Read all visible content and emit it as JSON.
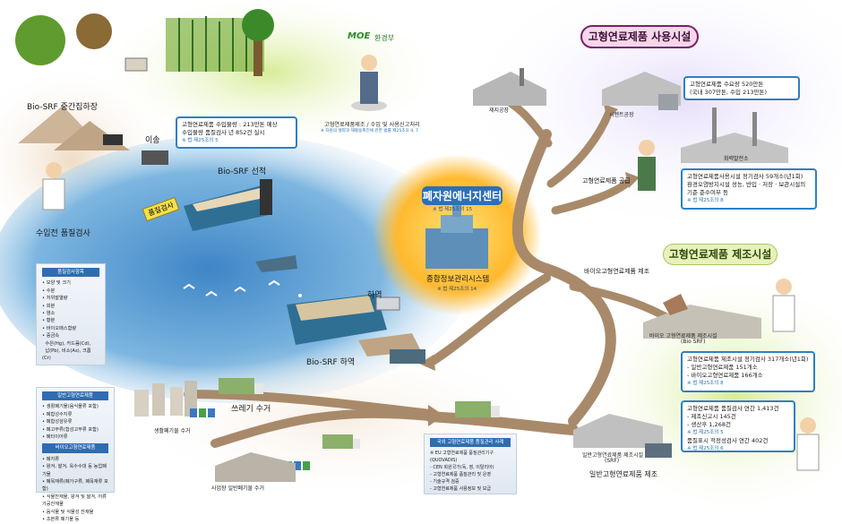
{
  "left": {
    "bio_srf_yard_label": "Bio-SRF 중간집하장",
    "transport_label": "이송",
    "import_inspection_label": "수입전 품질검사",
    "ship_loading_label": "Bio-SRF 선적",
    "flag_text": "품질검사",
    "unloading_label": "하역",
    "bio_srf_unloading_label": "Bio-SRF 하역",
    "import_box": {
      "line1": "고형연료제품 수입물량 : 213만톤 예상",
      "line2": "수입물량 품질검사 년 852건 실시",
      "ref": "※ 법 제25조의 5"
    },
    "quality_panel": {
      "title": "품질검사항목",
      "items": [
        "모양 및 크기",
        "수분",
        "저위발열량",
        "회분",
        "염소",
        "황분",
        "바이오매스함량",
        "중금속",
        "수은(Hg), 카드뮴(Cd),",
        "납(Pb), 비소(As), 크롬(Cr)"
      ]
    }
  },
  "ministry": {
    "logo": "MOE",
    "name": "환경부",
    "caption": "고형연료제품제조 / 수입 및 사용신고처리",
    "ref": "※ 자원의 절약과 재활용촉진에 관한 법률 제25조의 4, 7"
  },
  "center": {
    "title": "폐자원에너지센터",
    "ref_top": "※ 법 제25조의 15",
    "subtitle": "종합정보관리시스템",
    "ref_bottom": "※ 법 제25조의 14"
  },
  "use_facility": {
    "header": "고형연료제품 사용시설",
    "steel_plant": "제지공장",
    "cement_plant": "시멘트공장",
    "power_plant": "화력발전소",
    "supply_label": "고형연료제품 공급",
    "demand_box": {
      "line1": "고형연료제품 수요량 520만톤",
      "line2": "(국내 307만톤, 수입 213만톤)"
    },
    "inspection_box": {
      "line1": "고형연료제품사용시설 정기검사 59개소(년1회)",
      "line2": "환경오염방지시설 성능, 반입 · 저장 · 보관시설의",
      "line3": "기준 준수여부 등",
      "ref": "※ 법 제25조의 8"
    }
  },
  "manufacture": {
    "header": "고형연료제품 제조시설",
    "bio_supply_label": "바이오고형연료제품 제조",
    "bio_plant_label": "바이오 고형연료제품 제조시설",
    "bio_plant_sub": "(Bio SRF)",
    "general_plant_label": "일반고형연료제품 제조시설",
    "general_plant_sub": "(SRF)",
    "general_mfg_label": "일반고형연료제품 제조",
    "inspection_box": {
      "line1": "고형연료제품 제조시설 정기검사 317개소(년1회)",
      "line2": "- 일반고형연료제품 151개소",
      "line3": "- 바이오고형연료제품 166개소",
      "ref": "※ 법 제25조의 8"
    },
    "quality_box": {
      "line1": "고형연료제품 품질검사 연간 1,413건",
      "line2": "- 제조신고시 145건",
      "line3": "- 생산후 1,268건",
      "ref1": "※ 법 제25조의 5",
      "line4": "품질표시 적정성검사 연간 402건",
      "ref2": "※ 법 제25조의 6"
    }
  },
  "waste": {
    "collection_label": "쓰레기 수거",
    "household_label": "생활폐기물 수거",
    "business_label": "사업장 일반폐기물 수거",
    "left_panel": {
      "title1": "일반고형연료제품",
      "items1": [
        "생활폐기물(음식물류 포함)",
        "폐합성수지류",
        "폐합성섬유류",
        "폐고무류(합성고무류 포함)",
        "폐타이어류"
      ],
      "title2": "바이오고형연료제품",
      "items2": [
        "폐지류",
        "왕겨, 쌀겨, 옥수수대 등 농업폐기물",
        "폐목재류(폐가구류, 폐목재류 포함)",
        "식물잔재물, 왕겨 및 쌀겨, 어류가공잔재물",
        "음식물 및 식물성 잔재물",
        "초본류 폐기물 등"
      ]
    },
    "overseas_box": {
      "title": "국외 고형연료제품 품질관리 사례",
      "line1": "※ EU 고형연료제품 품질관리기구 (QUOVADIS)",
      "line2": "- CEN 회원국가(독, 영, 이탈리아)",
      "line3": "- 고형연료제품 품질관리 및 운영",
      "line4": "- 기술규격 검증",
      "line5": "- 고형연료제품 사용정보 및 보급"
    }
  },
  "colors": {
    "arrow": "#a88a6a",
    "arrow_dark": "#8f7152",
    "header_border": "#7a1f6e",
    "header_fill": "#f6d7ea",
    "green_header": "#e8f2b8",
    "center_title_bg": "#2d6fb6",
    "box_border": "#2f7fc4"
  }
}
